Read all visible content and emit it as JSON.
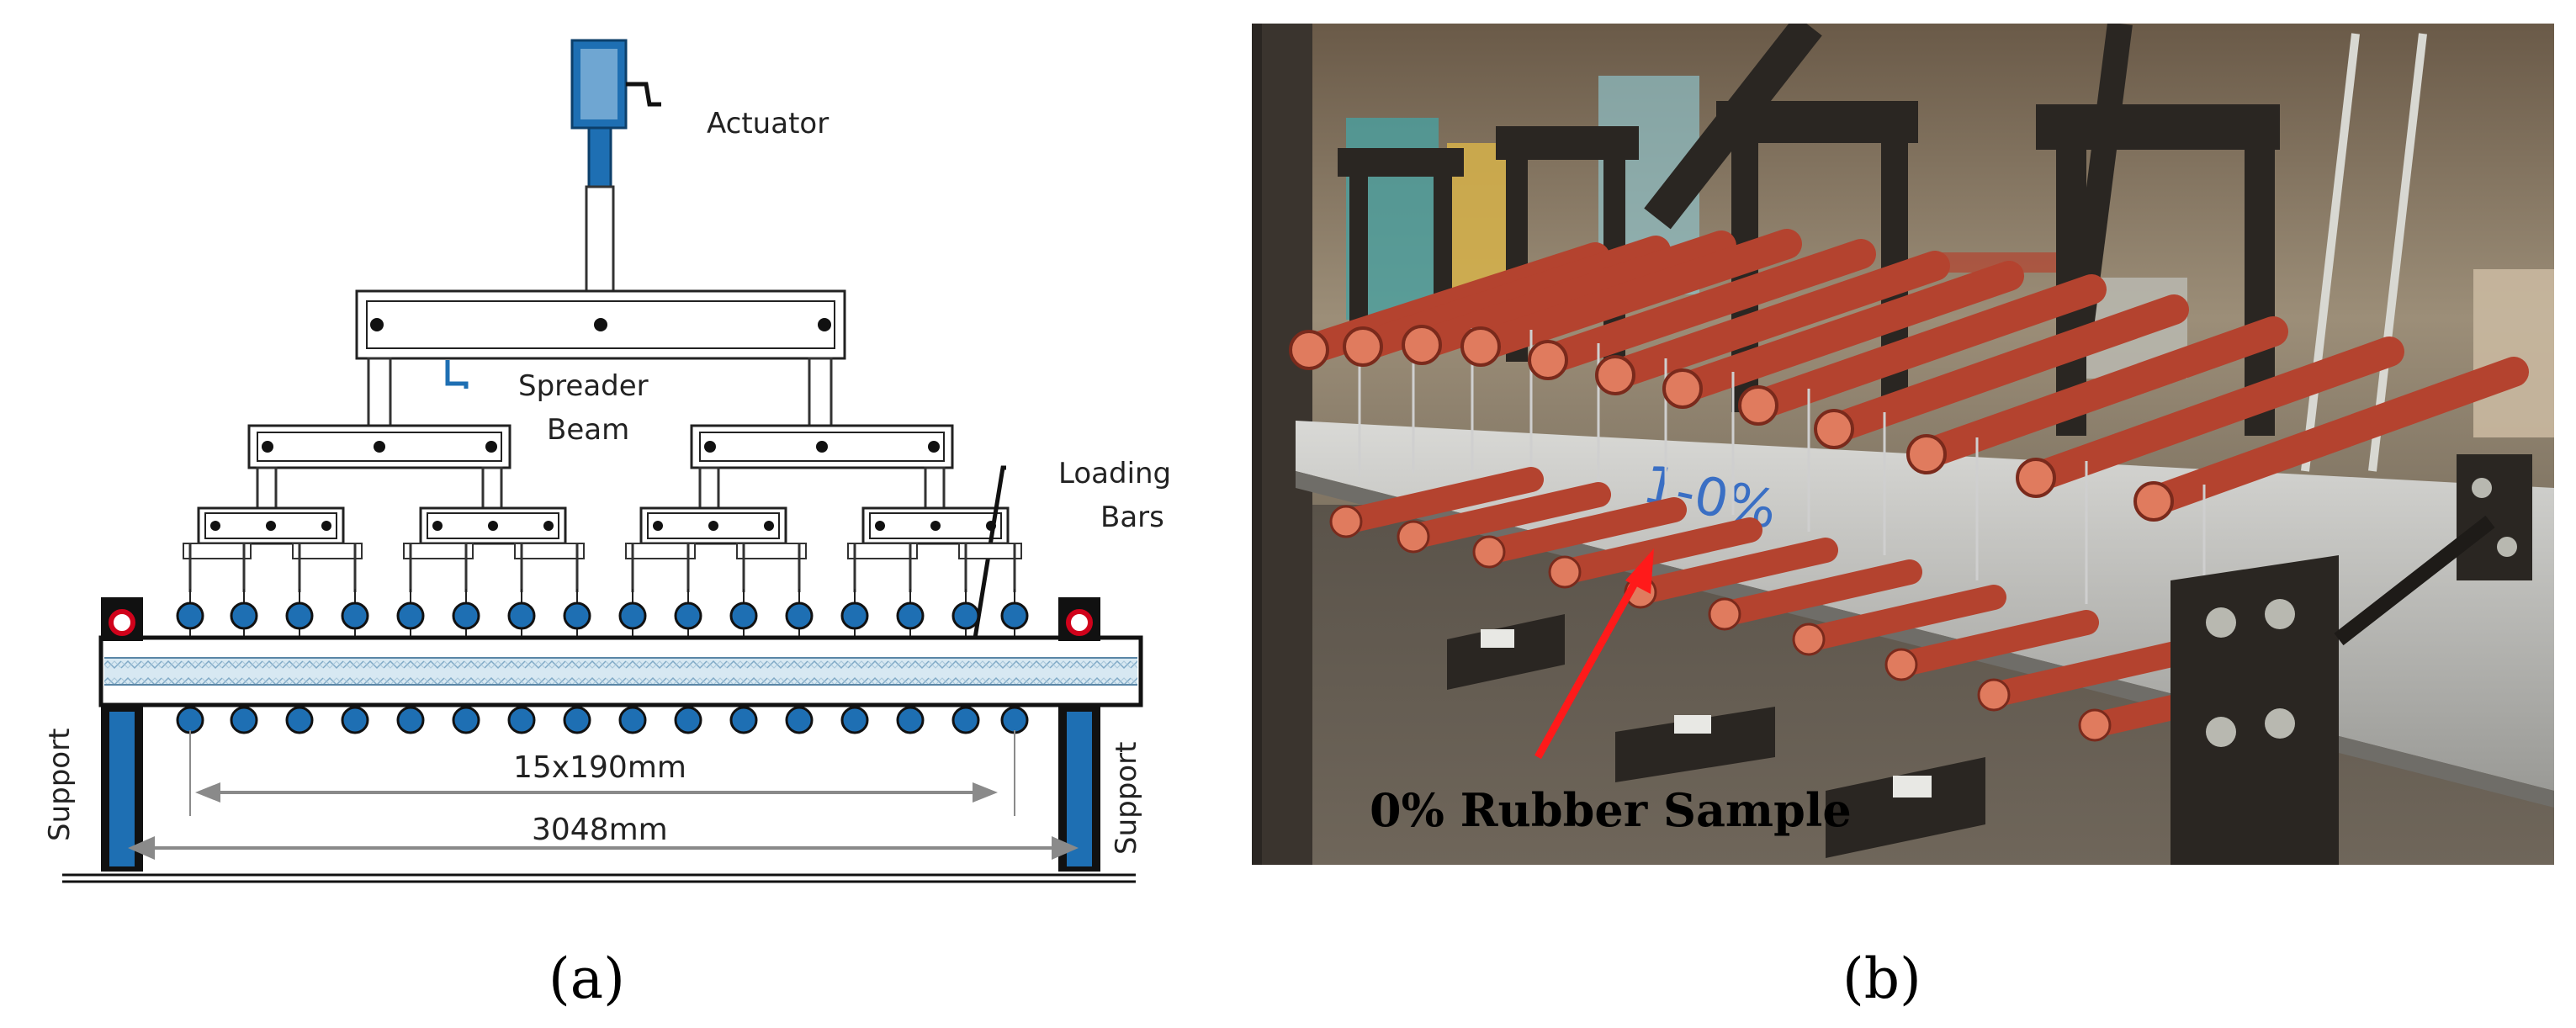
{
  "panel_a": {
    "caption": "(a)",
    "labels": {
      "actuator": "Actuator",
      "spreader_line1": "Spreader",
      "spreader_line2": "Beam",
      "loading_line1": "Loading",
      "loading_line2": "Bars",
      "support_left": "Support",
      "support_right": "Support",
      "dim_spacing": "15x190mm",
      "dim_span": "3048mm"
    },
    "colors": {
      "steel_blue": "#1e6fb3",
      "pin_red": "#d0021b",
      "dim_gray": "#8a8a8a",
      "beam_fill": "#cfe3ef"
    }
  },
  "panel_b": {
    "caption": "(b)",
    "annotation": "0% Rubber Sample",
    "beam_marking": "1-0%",
    "colors": {
      "bar_red": "#b4432f",
      "arrow_red": "#ff1a1a",
      "frame_dark": "#2a2622"
    }
  }
}
